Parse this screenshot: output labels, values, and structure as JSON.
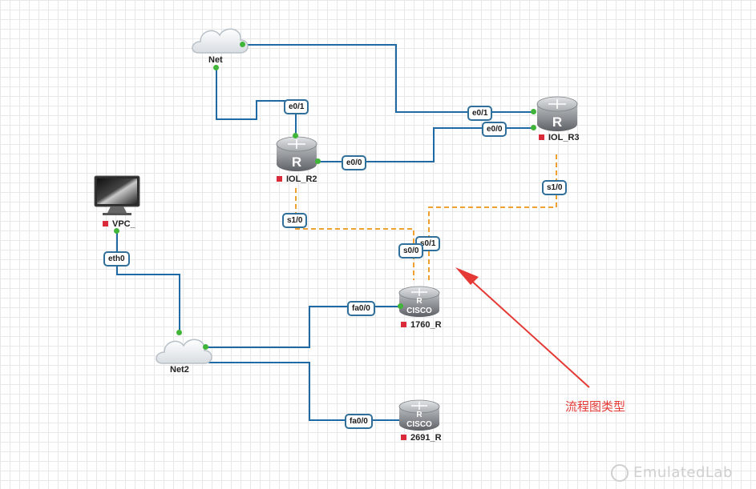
{
  "nodes": {
    "net": {
      "label": "Net"
    },
    "iol_r2": {
      "label": "IOL_R2"
    },
    "iol_r3": {
      "label": "IOL_R3"
    },
    "vpc": {
      "label": "VPC_"
    },
    "net2": {
      "label": "Net2"
    },
    "r1760": {
      "label": "1760_R"
    },
    "r2691": {
      "label": "2691_R"
    }
  },
  "ports": {
    "r2_e01": "e0/1",
    "r3_e01": "e0/1",
    "r3_e00": "e0/0",
    "r2_e00": "e0/0",
    "r3_s10": "s1/0",
    "r2_s10": "s1/0",
    "r1760_s01": "s0/1",
    "r1760_s00": "s0/0",
    "vpc_eth0": "eth0",
    "r1760_fa00": "fa0/0",
    "r2691_fa00": "fa0/0"
  },
  "router_letter": "R",
  "cisco_text": "CISCO",
  "annotation": "流程图类型",
  "watermark": "EmulatedLab",
  "colors": {
    "ethernet_link": "#1f6aa5",
    "serial_link": "#f0a030",
    "link_dot": "#41b43a",
    "arrow": "#e53935",
    "status_square": "#d92b3a"
  }
}
